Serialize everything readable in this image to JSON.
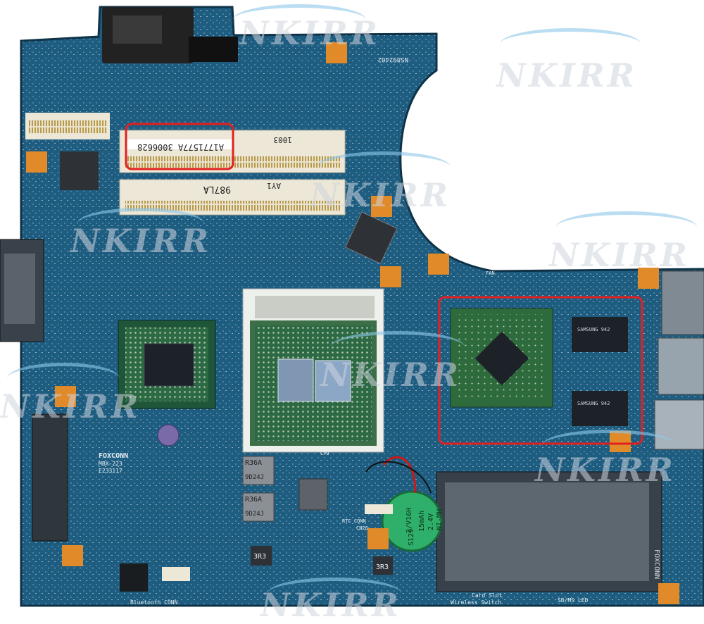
{
  "watermark": "NKIRR",
  "colors": {
    "board": "#1e5b7c",
    "board_dark": "#17465f",
    "trace": "#2c7396",
    "silkscreen": "#d8e6ee",
    "pad_orange": "#e08a2a",
    "highlight_red": "#e32020",
    "chip_dark": "#1c2228",
    "metal": "#8f9aa3",
    "slot_white": "#ece7d6",
    "battery_green": "#2fb06a"
  },
  "labels": {
    "sticker_1": "A1771577A 3006628",
    "sticker_2": "1003",
    "sticker_3": "987LA",
    "sticker_4": "AY1",
    "brand": "FOXCONN",
    "board_rev": "MBX-223",
    "board_date": "E233117",
    "cpu_label": "CPU",
    "battery_text_1": "2/V16H",
    "battery_text_2": "15mAh",
    "battery_text_3": "2.4V",
    "battery_text_4": "NI-MH",
    "battery_text_5": "S129",
    "rtc_label": "RTC CONN",
    "cn_label": "CN26",
    "bluetooth_label": "Bluetooth CONN",
    "wireless_label": "Wireless Switch",
    "sdms_label": "SD/MS LED",
    "card_label": "Card Slot",
    "fan_label": "FAN",
    "cap_1": "R36A",
    "cap_2": "9D24J",
    "cap_3": "R36A",
    "cap_4": "9D24J",
    "ind_1": "3R3",
    "ind_2": "3R3",
    "lan_label": "NS892402",
    "ram_1": "SAMSUNG 942",
    "ram_2": "SAMSUNG 942",
    "foxconn_card": "FOXCONN"
  },
  "highlights": {
    "box_1": "memory-slot-sticker",
    "box_2": "gpu-area"
  }
}
